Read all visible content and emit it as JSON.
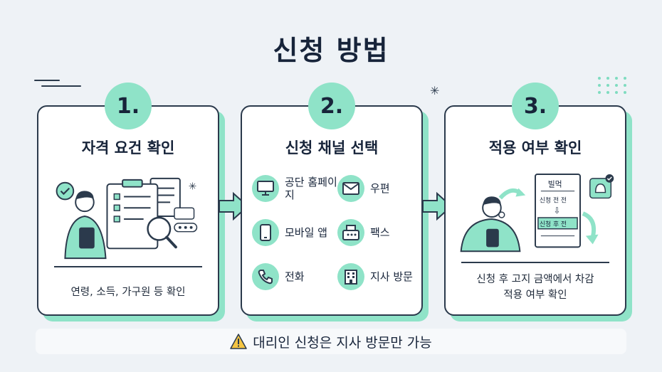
{
  "title": "신청 방법",
  "steps": [
    {
      "number": "1.",
      "title": "자격 요건 확인",
      "description": "연령, 소득, 가구원 등 확인"
    },
    {
      "number": "2.",
      "title": "신청 채널 선택",
      "channels": [
        {
          "label": "공단 홈페이지",
          "icon": "monitor-icon"
        },
        {
          "label": "우편",
          "icon": "envelope-icon"
        },
        {
          "label": "모바일 앱",
          "icon": "smartphone-icon"
        },
        {
          "label": "팩스",
          "icon": "fax-icon"
        },
        {
          "label": "전화",
          "icon": "phone-icon"
        },
        {
          "label": "지사 방문",
          "icon": "building-icon"
        }
      ]
    },
    {
      "number": "3.",
      "title": "적용 여부 확인",
      "description_line1": "신청 후 고지 금액에서 차감",
      "description_line2": "적용 여부 확인",
      "bill": {
        "heading": "빌먹",
        "before": "신청 전    전",
        "after": "신청 후    전"
      }
    }
  ],
  "notice": "대리인 신청은 지사 방문만 가능",
  "colors": {
    "accent": "#8fe3c8",
    "dark": "#17243a",
    "background": "#eef2f6"
  }
}
